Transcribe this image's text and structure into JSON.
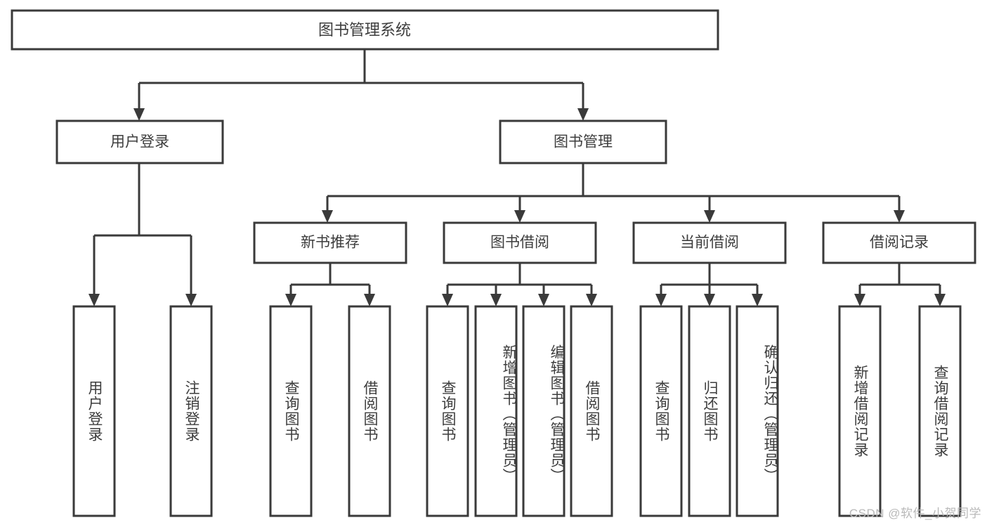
{
  "diagram": {
    "type": "tree-hierarchy",
    "title_node": {
      "id": "root",
      "label": "图书管理系统"
    },
    "level2": [
      {
        "id": "user-login",
        "label": "用户登录"
      },
      {
        "id": "book-manage",
        "label": "图书管理"
      }
    ],
    "level3": [
      {
        "id": "new-book-rec",
        "label": "新书推荐"
      },
      {
        "id": "book-borrow",
        "label": "图书借阅"
      },
      {
        "id": "current-borrow",
        "label": "当前借阅"
      },
      {
        "id": "borrow-record",
        "label": "借阅记录"
      }
    ],
    "leaves": {
      "user_login": [
        {
          "id": "leaf-user-login",
          "label": "用户登录"
        },
        {
          "id": "leaf-logout-login",
          "label": "注销登录"
        }
      ],
      "new_book_rec": [
        {
          "id": "leaf-query-book-1",
          "label": "查询图书"
        },
        {
          "id": "leaf-borrow-book-1",
          "label": "借阅图书"
        }
      ],
      "book_borrow": [
        {
          "id": "leaf-query-book-2",
          "label": "查询图书"
        },
        {
          "id": "leaf-add-book",
          "label": "新增图书（管理员）"
        },
        {
          "id": "leaf-edit-book",
          "label": "编辑图书（管理员）"
        },
        {
          "id": "leaf-borrow-book-2",
          "label": "借阅图书"
        }
      ],
      "current_borrow": [
        {
          "id": "leaf-query-book-3",
          "label": "查询图书"
        },
        {
          "id": "leaf-return-book",
          "label": "归还图书"
        },
        {
          "id": "leaf-confirm-return",
          "label": "确认归还（管理员）"
        }
      ],
      "borrow_record": [
        {
          "id": "leaf-add-record",
          "label": "新增借阅记录"
        },
        {
          "id": "leaf-query-record",
          "label": "查询借阅记录"
        }
      ]
    }
  },
  "watermark": {
    "text": "CSDN @软件_小贺同学"
  },
  "colors": {
    "stroke": "#3a3a3a",
    "fill": "#ffffff",
    "text": "#3d3d3d",
    "watermark": "#b9b9b9"
  }
}
